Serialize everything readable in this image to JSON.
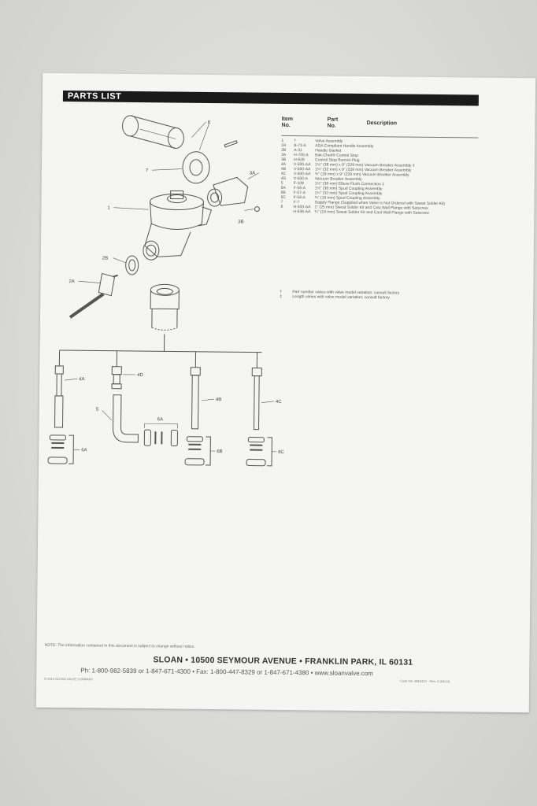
{
  "header": {
    "title": "PARTS LIST"
  },
  "columns": {
    "item": "Item\nNo.",
    "part": "Part\nNo.",
    "description": "Description"
  },
  "parts": [
    {
      "item": "1",
      "part": "†",
      "description": "Valve Assembly"
    },
    {
      "item": "2A",
      "part": "B-73-A",
      "description": "ADA Compliant Handle Assembly"
    },
    {
      "item": "2B",
      "part": "A-31",
      "description": "Handle Gasket"
    },
    {
      "item": "3A",
      "part": "H-700-A",
      "description": "Bak-Chek® Control Stop"
    },
    {
      "item": "3B",
      "part": "H-628",
      "description": "Control Stop Bonnet Plug"
    },
    {
      "item": "4A",
      "part": "V-500-AA",
      "description": "1½\" (38 mm) x 9\" (229 mm) Vacuum Breaker Assembly ‡"
    },
    {
      "item": "4B",
      "part": "V-500-AA",
      "description": "1¼\" (32 mm) x 9\" (229 mm) Vacuum Breaker Assembly"
    },
    {
      "item": "4C",
      "part": "V-500-AA",
      "description": "¾\" (19 mm) x 9\" (229 mm) Vacuum Breaker Assembly"
    },
    {
      "item": "4D",
      "part": "V-500-A",
      "description": "Vacuum Breaker Assembly"
    },
    {
      "item": "5",
      "part": "F-109",
      "description": "1½\" (38 mm) Elbow Flush Connection ‡"
    },
    {
      "item": "6A",
      "part": "F-56-A",
      "description": "1½\" (38 mm) Spud Coupling Assembly"
    },
    {
      "item": "6B",
      "part": "F-57-A",
      "description": "1¼\" (32 mm) Spud Coupling Assembly"
    },
    {
      "item": "6C",
      "part": "F-58-A",
      "description": "¾\" (19 mm) Spud Coupling Assembly"
    },
    {
      "item": "7",
      "part": "F-7",
      "description": "Supply Flange (Supplied when Valve is Not Ordered with Sweat Solder Kit)"
    },
    {
      "item": "8",
      "part": "H-633-AA",
      "description": "1\" (25 mm) Sweat Solder Kit and Cast Wall Flange with Setscrew"
    },
    {
      "item": "",
      "part": "H-636-AA",
      "description": "¾\" (19 mm) Sweat Solder Kit and Cast Wall Flange with Setscrew"
    }
  ],
  "notes": [
    {
      "symbol": "†",
      "text": "Part number varies with valve model variation; consult factory"
    },
    {
      "symbol": "‡",
      "text": "Length varies with valve model variation; consult factory"
    }
  ],
  "diagram_labels": {
    "l8": "8",
    "l7": "7",
    "l3a": "3A",
    "l1": "1",
    "l3b": "3B",
    "l2b": "2B",
    "l2a": "2A",
    "l4a": "4A",
    "l4d": "4D",
    "l4b": "4B",
    "l4c": "4C",
    "l5": "5",
    "l6a_mid": "6A",
    "l6a": "6A",
    "l6b": "6B",
    "l6c": "6C"
  },
  "footer": {
    "note": "NOTE: The information contained in this document is subject to change without notice.",
    "address": "SLOAN • 10500 SEYMOUR AVENUE • FRANKLIN PARK, IL 60131",
    "phone": "Ph: 1-800-982-5839 or 1-847-671-4300 • Fax: 1-800-447-8329 or 1-847-671-4380 • www.sloanvalve.com",
    "copyright": "© 2014 SLOAN VALVE COMPANY",
    "code": "Code No. 0816312 – Rev. 2 (04/14)"
  },
  "colors": {
    "paper": "#f5f5f3",
    "background": "#d9d9d5",
    "header_bar": "#1a1a1a",
    "ink": "#333333"
  }
}
